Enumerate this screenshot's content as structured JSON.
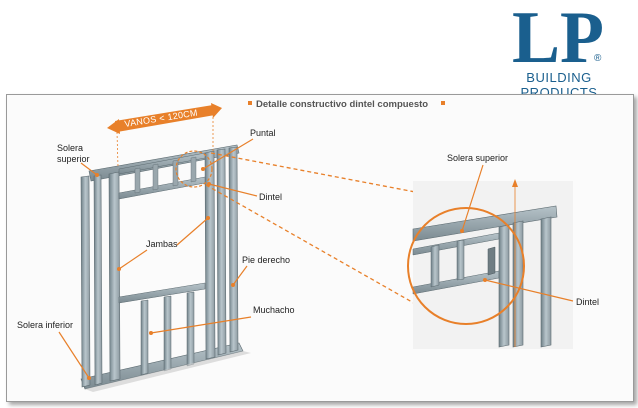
{
  "logo": {
    "mark": "LP",
    "registered": "®",
    "subtitle": "BUILDING PRODUCTS",
    "color": "#1a5f8e"
  },
  "diagram": {
    "title": "Detalle constructivo dintel compuesto",
    "dimension": "VANOS < 120CM",
    "accent_color": "#e8802a",
    "labels": {
      "solera_superior_1": "Solera",
      "solera_superior_2": "superior",
      "puntal": "Puntal",
      "dintel": "Dintel",
      "jambas": "Jambas",
      "pie_derecho": "Pie derecho",
      "muchacho": "Muchacho",
      "solera_inferior": "Solera inferior",
      "detail_solera_superior": "Solera superior",
      "detail_dintel": "Dintel"
    }
  }
}
